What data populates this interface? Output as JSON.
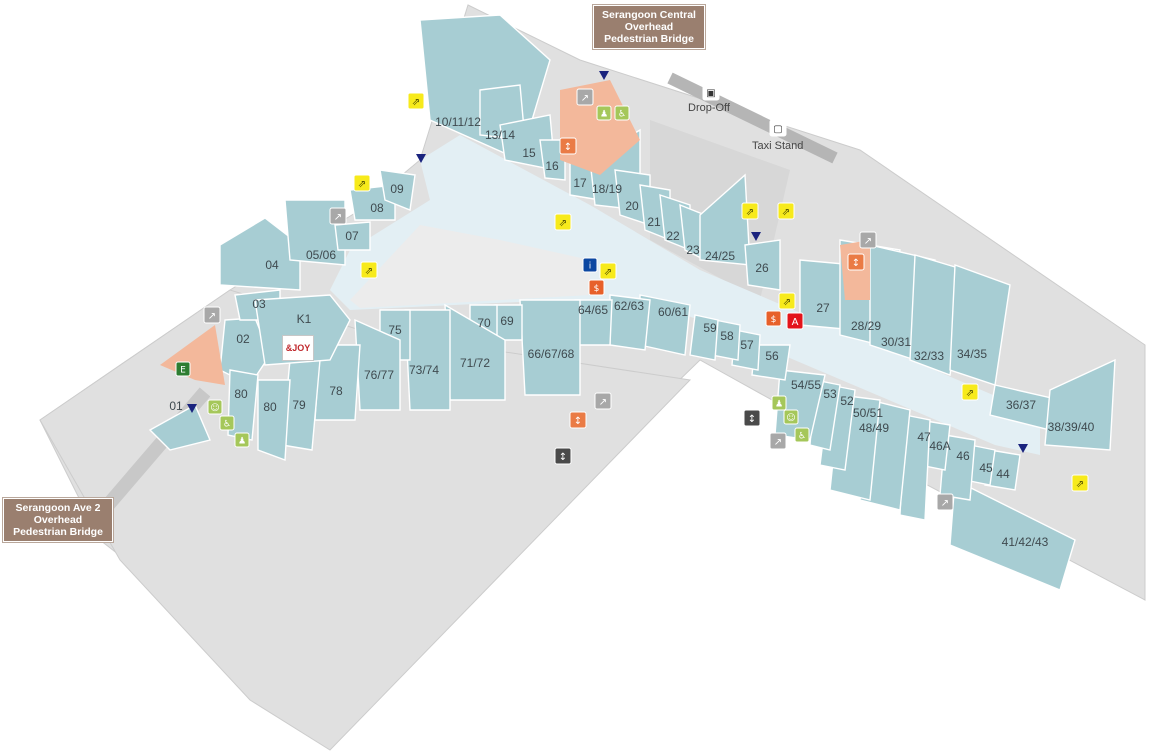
{
  "callouts": {
    "serangoon_central": [
      "Serangoon Central",
      "Overhead",
      "Pedestrian Bridge"
    ],
    "serangoon_ave2": [
      "Serangoon Ave 2",
      "Overhead",
      "Pedestrian Bridge"
    ]
  },
  "places": {
    "drop_off": "Drop-Off",
    "taxi_stand": "Taxi Stand"
  },
  "brand": {
    "logo_text": "&JOY"
  },
  "colors": {
    "unit_fill": "#a7cdd3",
    "unit_edge": "#ffffff",
    "corridor": "#e3eff4",
    "outer_ground": "#e0e0e0",
    "outer_edge": "#cfcfcf",
    "service": "#f3b89b",
    "lift": "#ea7b45",
    "escalator": "#f7ea1b",
    "toilet": "#a5c75a",
    "info": "#0c47a1",
    "stairs": "#a8a8a8",
    "exit": "#2e7d32",
    "arrow": "#1a237e",
    "atm": "#e7602a"
  },
  "icons": {
    "escalator": "escalator-icon",
    "stairs": "stairs-icon",
    "lift": "lift-icon",
    "toilet": "toilet-icon",
    "wheelchair": "wheelchair-icon",
    "baby_care": "baby-care-icon",
    "atm": "atm-icon",
    "info": "information-counter-icon",
    "car": "car-drop-off-icon",
    "taxi": "taxi-icon",
    "fire_exit": "fire-exit-icon",
    "entrance": "entrance-arrow-icon",
    "axs": "axs-station-icon"
  },
  "units": [
    "01",
    "02",
    "03",
    "04",
    "05/06",
    "07",
    "08",
    "09",
    "10/11/12",
    "13/14",
    "15",
    "16",
    "17",
    "18/19",
    "20",
    "21",
    "22",
    "23",
    "24/25",
    "26",
    "27",
    "28/29",
    "30/31",
    "32/33",
    "34/35",
    "36/37",
    "38/39/40",
    "41/42/43",
    "44",
    "45",
    "46",
    "46A",
    "47",
    "48/49",
    "50/51",
    "52",
    "53",
    "54/55",
    "56",
    "57",
    "58",
    "59",
    "60/61",
    "62/63",
    "64/65",
    "66/67/68",
    "69",
    "70",
    "71/72",
    "73/74",
    "75",
    "76/77",
    "78",
    "79",
    "80",
    "80",
    "K1"
  ]
}
